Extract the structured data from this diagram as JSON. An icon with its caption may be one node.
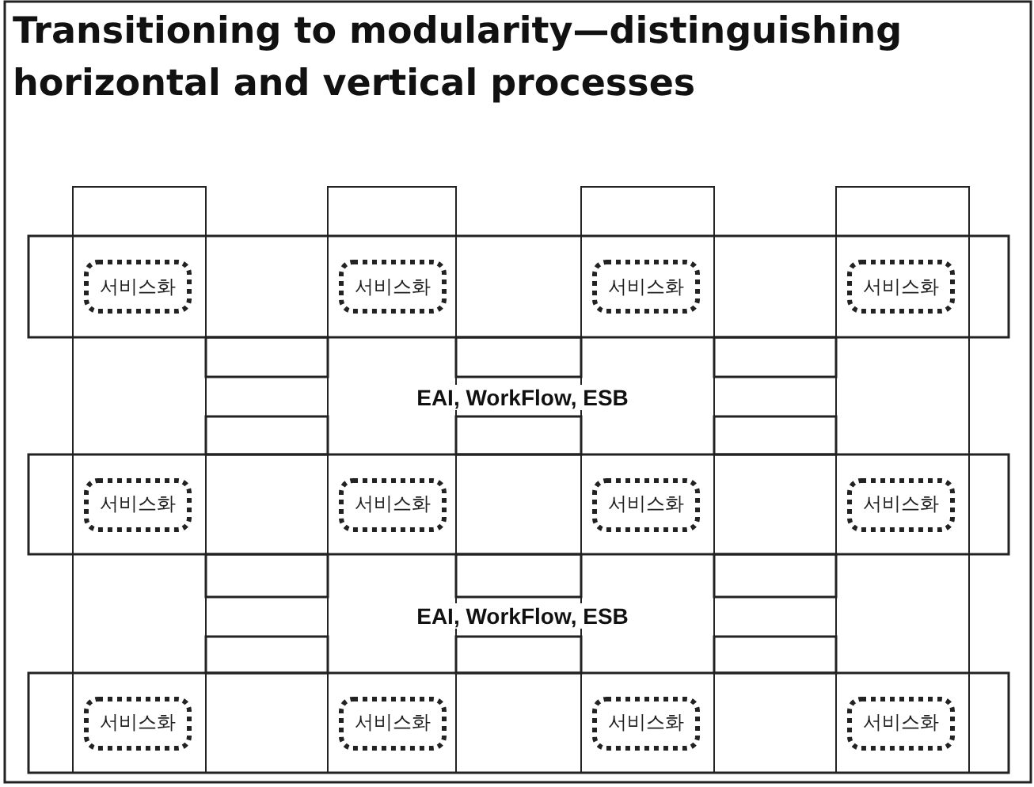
{
  "diagram": {
    "title": "Transitioning to modularity—distinguishing horizontal and vertical processes",
    "nodes": [
      {
        "text": [
          "서비스화"
        ]
      },
      {
        "text": [
          "서비스화"
        ]
      },
      {
        "text": [
          "서비스화"
        ]
      },
      {
        "text": [
          "서비스화"
        ]
      },
      {
        "text": [
          "서비스화"
        ]
      },
      {
        "text": [
          "서비스화"
        ]
      },
      {
        "text": [
          "서비스화"
        ]
      },
      {
        "text": [
          "서비스화"
        ]
      },
      {
        "text": [
          "서비스화"
        ]
      },
      {
        "text": [
          "서비스화"
        ]
      },
      {
        "text": [
          "서비스화"
        ]
      },
      {
        "text": [
          "서비스화"
        ]
      }
    ],
    "labels": [
      "EAI, WorkFlow, ESB",
      "EAI, WorkFlow, ESB"
    ]
  }
}
